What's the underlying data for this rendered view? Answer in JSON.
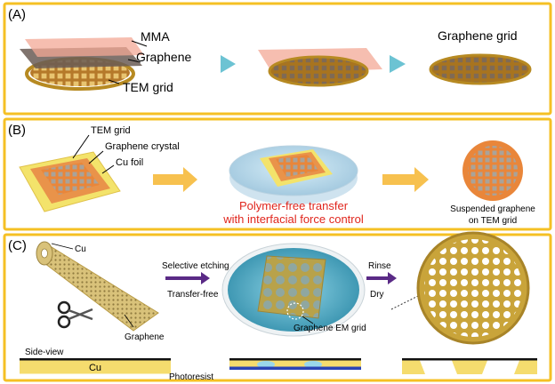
{
  "panels": {
    "a": {
      "tag": "(A)",
      "labels": {
        "mma": "MMA",
        "graphene": "Graphene",
        "tem_grid": "TEM grid",
        "result": "Graphene grid"
      }
    },
    "b": {
      "tag": "(B)",
      "labels": {
        "tem_grid": "TEM grid",
        "crystal": "Graphene crystal",
        "foil": "Cu foil",
        "transfer_line1": "Polymer-free transfer",
        "transfer_line2": "with interfacial force control",
        "result_line1": "Suspended graphene",
        "result_line2": "on TEM grid"
      }
    },
    "c": {
      "tag": "(C)",
      "labels": {
        "cu": "Cu",
        "graphene": "Graphene",
        "side_view": "Side-view",
        "cu_bar": "Cu",
        "etch": "Selective etching",
        "transfer_free": "Transfer-free",
        "rinse": "Rinse",
        "dry": "Dry",
        "em_grid": "Graphene EM grid",
        "photoresist": "Photoresist"
      }
    }
  },
  "colors": {
    "frame": "#f5c024",
    "arrow_teal": "#6cc3d3",
    "arrow_orange": "#f7c14f",
    "arrow_purple": "#5a2a86",
    "grid_gold": "#c9a43a",
    "transfer_text": "#e0261d"
  }
}
